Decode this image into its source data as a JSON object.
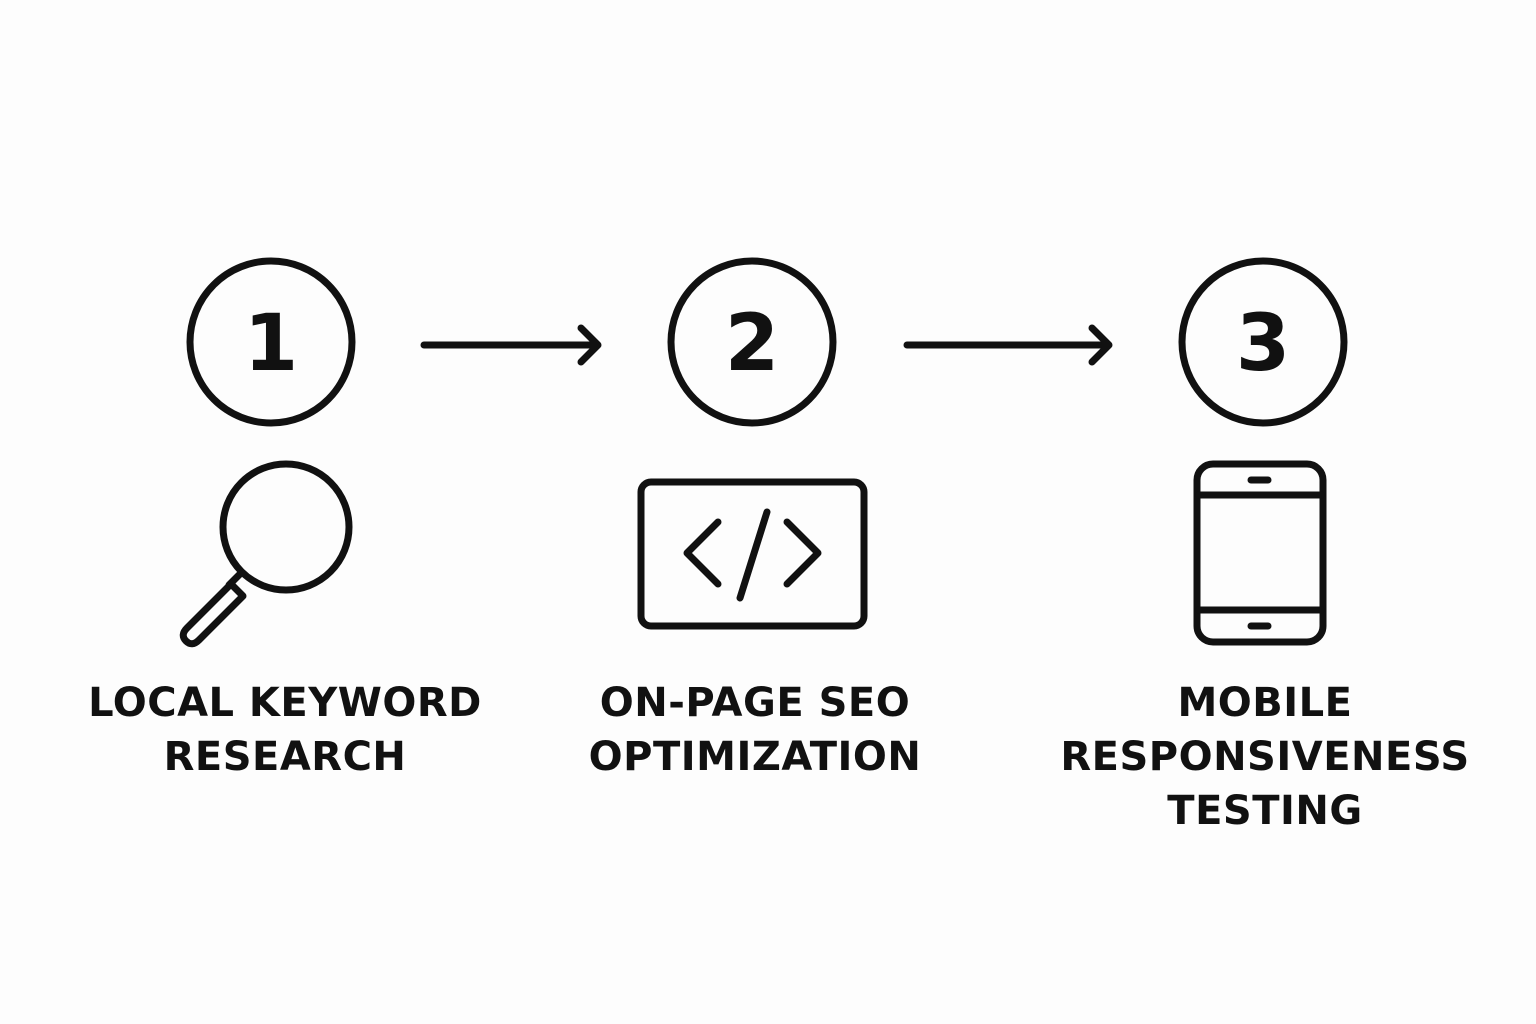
{
  "steps": [
    {
      "number": "1",
      "icon": "magnifier-icon",
      "label_lines": [
        "LOCAL KEYWORD",
        "RESEARCH"
      ]
    },
    {
      "number": "2",
      "icon": "code-window-icon",
      "label_lines": [
        "ON-PAGE SEO",
        "OPTIMIZATION"
      ]
    },
    {
      "number": "3",
      "icon": "mobile-phone-icon",
      "label_lines": [
        "MOBILE",
        "RESPONSIVENESS",
        "TESTING"
      ]
    }
  ],
  "colors": {
    "ink": "#111111",
    "background": "#fdfdfd"
  }
}
